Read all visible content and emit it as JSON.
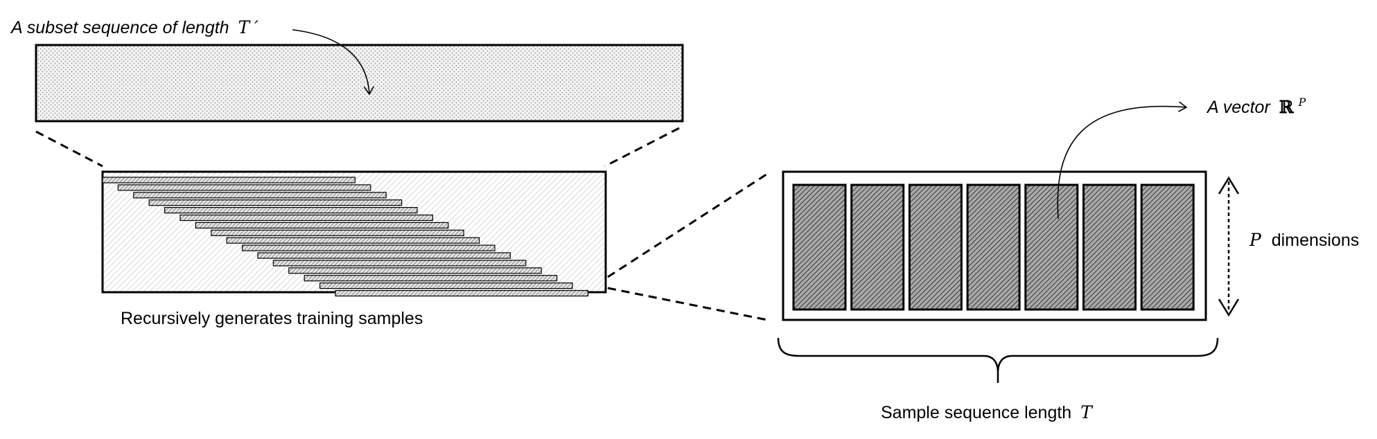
{
  "labels": {
    "subset_sequence": "A subset sequence of length",
    "subset_symbol": "T",
    "subset_prime": "′",
    "vector": "A vector",
    "vector_symbol": "ℝ",
    "vector_exponent": "P",
    "dimensions_symbol": "P",
    "dimensions": "dimensions",
    "recursive": "Recursively generates training samples",
    "sample_length": "Sample sequence length",
    "sample_symbol": "T"
  },
  "diagram": {
    "training_sample_count": 16,
    "vector_count": 7
  }
}
